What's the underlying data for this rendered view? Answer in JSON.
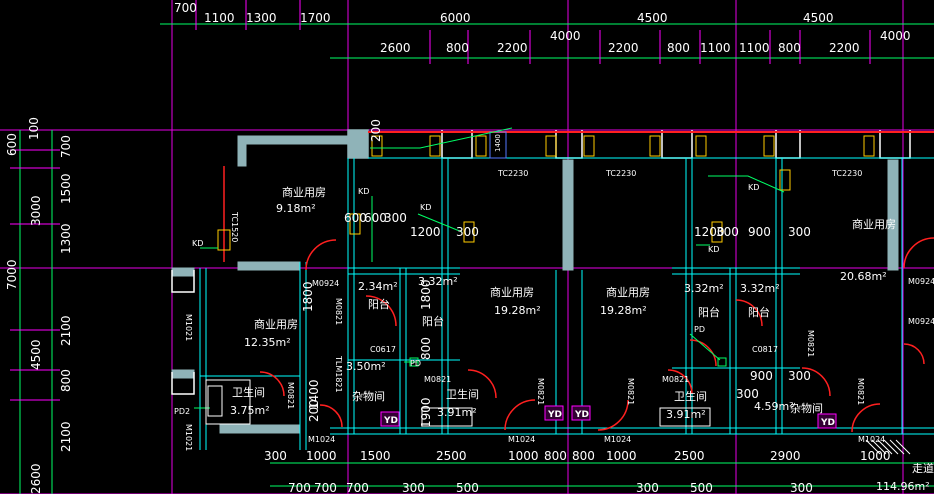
{
  "drawing": {
    "top_dims_row1": [
      "700",
      "1100",
      "1300",
      "1700",
      "6000",
      "4500",
      "4500"
    ],
    "top_dims_row2": [
      "2600",
      "800",
      "2200",
      "4000",
      "2200",
      "800",
      "1100",
      "1100",
      "800",
      "2200",
      "4000"
    ],
    "left_dims_outer": [
      "100",
      "600",
      "3000",
      "7000",
      "4500",
      "2600"
    ],
    "left_dims_inner": [
      "700",
      "1500",
      "1300",
      "2100",
      "800",
      "2100"
    ],
    "bottom_dims_row1": [
      "300",
      "1000",
      "1500",
      "2500",
      "1000",
      "800",
      "800",
      "1000",
      "2500",
      "2900",
      "1000"
    ],
    "bottom_dims_row2": [
      "700",
      "700",
      "700",
      "300",
      "500",
      "300",
      "500",
      "300"
    ],
    "rooms": [
      {
        "name": "商业用房",
        "area": "9.18m²"
      },
      {
        "name": "商业用房",
        "area": "12.35m²"
      },
      {
        "name": "商业用房",
        "area": "19.28m²"
      },
      {
        "name": "商业用房",
        "area": "19.28m²"
      },
      {
        "name": "商业用房",
        "area": "20.68m²"
      },
      {
        "name": "阳台",
        "area": "2.34m²"
      },
      {
        "name": "阳台",
        "area": "3.32m²"
      },
      {
        "name": "阳台",
        "area": "3.32m²"
      },
      {
        "name": "阳台",
        "area": "3.32m²"
      },
      {
        "name": "卫生间",
        "area": "3.75m²"
      },
      {
        "name": "卫生间",
        "area": "3.91m²"
      },
      {
        "name": "卫生间",
        "area": "3.91m²"
      },
      {
        "name": "杂物间",
        "area": "3.50m²"
      },
      {
        "name": "杂物间",
        "area": "4.59m²"
      },
      {
        "name": "走道",
        "area": "114.96m²"
      }
    ],
    "interior_dims": [
      "600",
      "600",
      "300",
      "1200",
      "300",
      "1200",
      "300",
      "900",
      "300",
      "1800",
      "1800",
      "800",
      "1400",
      "200",
      "900",
      "300",
      "300",
      "1900",
      "200"
    ],
    "codes": {
      "tc2230": "TC2230",
      "tc1520": "TC1520",
      "m0924": "M0924",
      "m0821": "M0821",
      "m1024": "M1024",
      "m1021": "M1021",
      "m1021b": "M1021",
      "c0617": "C0617",
      "tlm1821": "TLM1821",
      "kd": "KD",
      "pd": "PD",
      "pd2": "PD2",
      "yd": "YD",
      "m0821b": "M0821",
      "m1024b": "M1024",
      "m0924b": "M0924",
      "c0817": "C0817"
    },
    "colors": {
      "wall": "#8fb3b8",
      "axis": "#ff00ff",
      "dimline": "#00ff66",
      "cyan": "#00ffff",
      "door": "#ff2020",
      "window": "#ffcc00",
      "yd_box": "#ff00ff"
    }
  }
}
